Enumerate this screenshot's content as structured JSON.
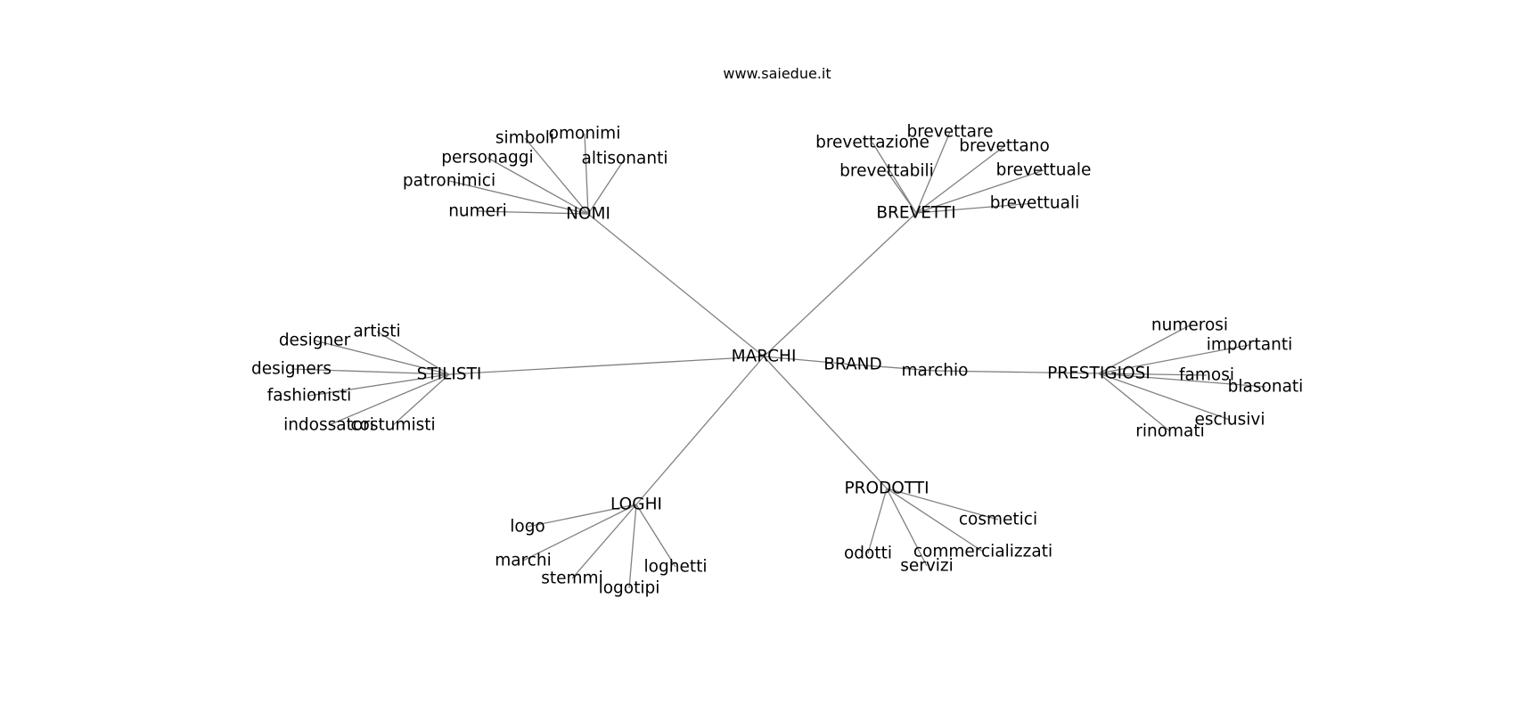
{
  "site_label": "www.saiedue.it",
  "colors": {
    "edge": "#808080",
    "text": "#000000",
    "background": "#ffffff"
  },
  "nodes": {
    "marchi": "MARCHI",
    "nomi": "NOMI",
    "brevetti": "BREVETTI",
    "stilisti": "STILISTI",
    "brand": "BRAND",
    "marchio": "marchio",
    "prestigiosi": "PRESTIGIOSI",
    "loghi": "LOGHI",
    "prodotti": "PRODOTTI",
    "simboli": "simboli",
    "omonimi": "omonimi",
    "personaggi": "personaggi",
    "altisonanti": "altisonanti",
    "patronimici": "patronimici",
    "numeri": "numeri",
    "brevettare": "brevettare",
    "brevettazione": "brevettazione",
    "brevettano": "brevettano",
    "brevettabili": "brevettabili",
    "brevettuale": "brevettuale",
    "brevettuali": "brevettuali",
    "artisti": "artisti",
    "designer": "designer",
    "designers": "designers",
    "fashionisti": "fashionisti",
    "indossatori": "indossatori",
    "costumisti": "costumisti",
    "numerosi": "numerosi",
    "importanti": "importanti",
    "famosi": "famosi",
    "blasonati": "blasonati",
    "esclusivi": "esclusivi",
    "rinomati": "rinomati",
    "logo": "logo",
    "marchi_leaf": "marchi",
    "stemmi": "stemmi",
    "logotipi": "logotipi",
    "loghetti": "loghetti",
    "cosmetici": "cosmetici",
    "prodotti_leaf": "odotti",
    "servizi": "servizi",
    "commercializzati": "commercializzati"
  },
  "edges": [
    [
      "marchi",
      "nomi"
    ],
    [
      "marchi",
      "brevetti"
    ],
    [
      "marchi",
      "stilisti"
    ],
    [
      "marchi",
      "brand"
    ],
    [
      "marchi",
      "loghi"
    ],
    [
      "marchi",
      "prodotti"
    ],
    [
      "brand",
      "marchio"
    ],
    [
      "marchio",
      "prestigiosi"
    ],
    [
      "nomi",
      "simboli"
    ],
    [
      "nomi",
      "omonimi"
    ],
    [
      "nomi",
      "personaggi"
    ],
    [
      "nomi",
      "altisonanti"
    ],
    [
      "nomi",
      "patronimici"
    ],
    [
      "nomi",
      "numeri"
    ],
    [
      "brevetti",
      "brevettare"
    ],
    [
      "brevetti",
      "brevettazione"
    ],
    [
      "brevetti",
      "brevettano"
    ],
    [
      "brevetti",
      "brevettabili"
    ],
    [
      "brevetti",
      "brevettuale"
    ],
    [
      "brevetti",
      "brevettuali"
    ],
    [
      "stilisti",
      "artisti"
    ],
    [
      "stilisti",
      "designer"
    ],
    [
      "stilisti",
      "designers"
    ],
    [
      "stilisti",
      "fashionisti"
    ],
    [
      "stilisti",
      "indossatori"
    ],
    [
      "stilisti",
      "costumisti"
    ],
    [
      "prestigiosi",
      "numerosi"
    ],
    [
      "prestigiosi",
      "importanti"
    ],
    [
      "prestigiosi",
      "famosi"
    ],
    [
      "prestigiosi",
      "blasonati"
    ],
    [
      "prestigiosi",
      "esclusivi"
    ],
    [
      "prestigiosi",
      "rinomati"
    ],
    [
      "loghi",
      "logo"
    ],
    [
      "loghi",
      "marchi_leaf"
    ],
    [
      "loghi",
      "stemmi"
    ],
    [
      "loghi",
      "logotipi"
    ],
    [
      "loghi",
      "loghetti"
    ],
    [
      "prodotti",
      "cosmetici"
    ],
    [
      "prodotti",
      "prodotti_leaf"
    ],
    [
      "prodotti",
      "servizi"
    ],
    [
      "prodotti",
      "commercializzati"
    ]
  ]
}
